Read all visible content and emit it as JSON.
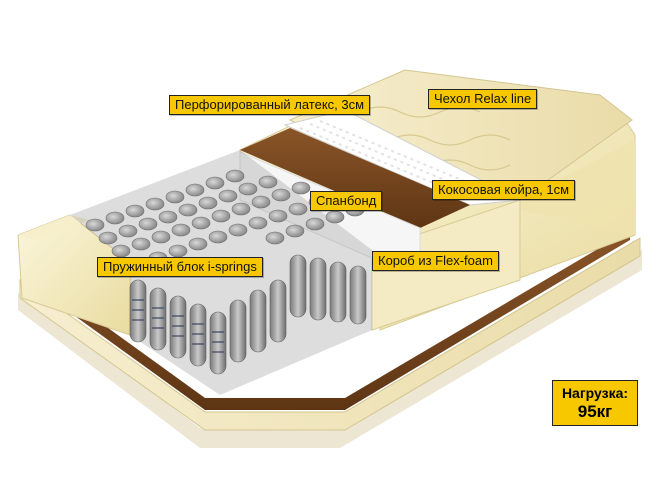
{
  "labels": {
    "perforated_latex": "Перфорированный латекс, 3см",
    "cover": "Чехол Relax line",
    "spunbond": "Спанбонд",
    "coconut": "Кокосовая койра, 1см",
    "spring_block": "Пружинный блок i-springs",
    "foam_box": "Короб из Flex-foam"
  },
  "load": {
    "label": "Нагрузка:",
    "value": "95кг"
  },
  "colors": {
    "callout": "#f7c800",
    "foam": "#efe4b0",
    "cover": "#f2e7bf",
    "coconut": "#7a4a22",
    "spring": "#8a8a8a"
  }
}
